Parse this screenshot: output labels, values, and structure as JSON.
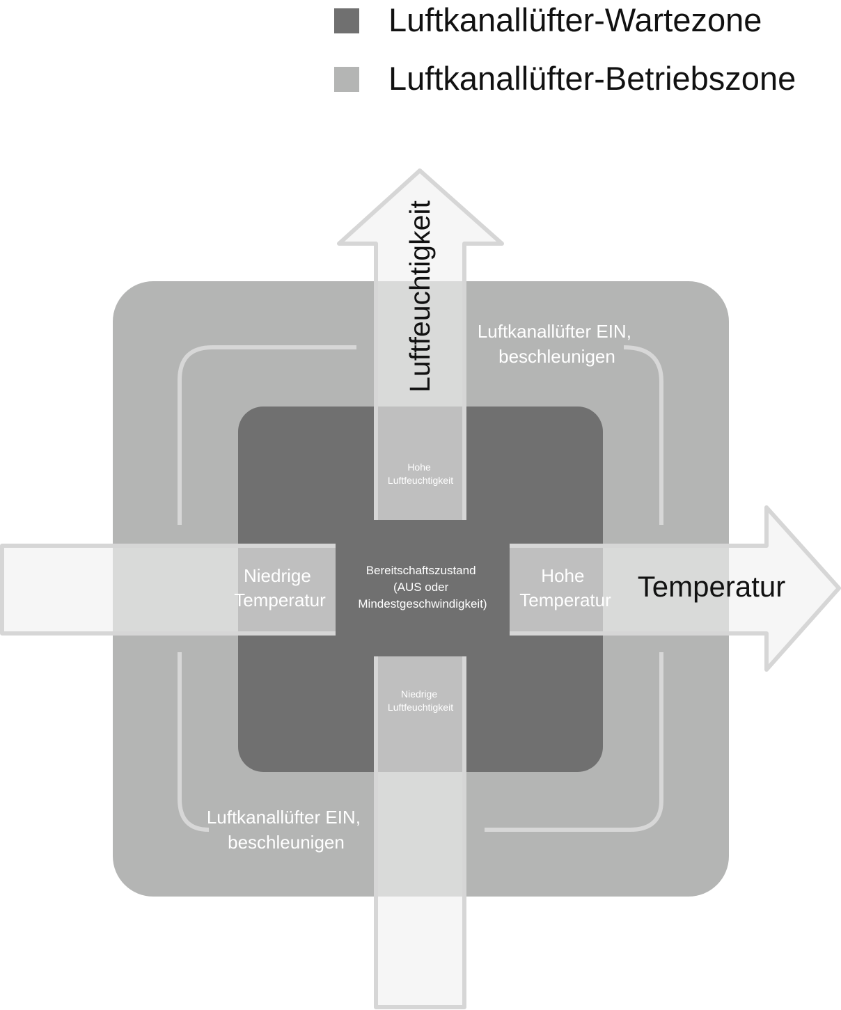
{
  "legend": {
    "items": [
      {
        "label": "Luftkanallüfter-Wartezone",
        "color": "#707070"
      },
      {
        "label": "Luftkanallüfter-Betriebszone",
        "color": "#b4b5b4"
      }
    ]
  },
  "diagram": {
    "axes": {
      "humidity": "Luftfeuchtigkeit",
      "temperature": "Temperatur"
    },
    "zones": {
      "high_humidity": [
        "Hohe",
        "Luftfeuchtigkeit"
      ],
      "low_humidity": [
        "Niedrige",
        "Luftfeuchtigkeit"
      ],
      "low_temperature": [
        "Niedrige",
        "Temperatur"
      ],
      "high_temperature": [
        "Hohe",
        "Temperatur"
      ],
      "standby": [
        "Bereitschaftszustand",
        "(AUS oder",
        "Mindestgeschwindigkeit)"
      ],
      "fan_on_top": [
        "Luftkanallüfter EIN,",
        "beschleunigen"
      ],
      "fan_on_bottom": [
        "Luftkanallüfter EIN,",
        "beschleunigen"
      ]
    },
    "colors": {
      "waiting_zone": "#707070",
      "operating_zone": "#b4b5b4",
      "arrow_fill": "#f0f0f0",
      "arrow_stroke": "#d6d6d6"
    }
  }
}
